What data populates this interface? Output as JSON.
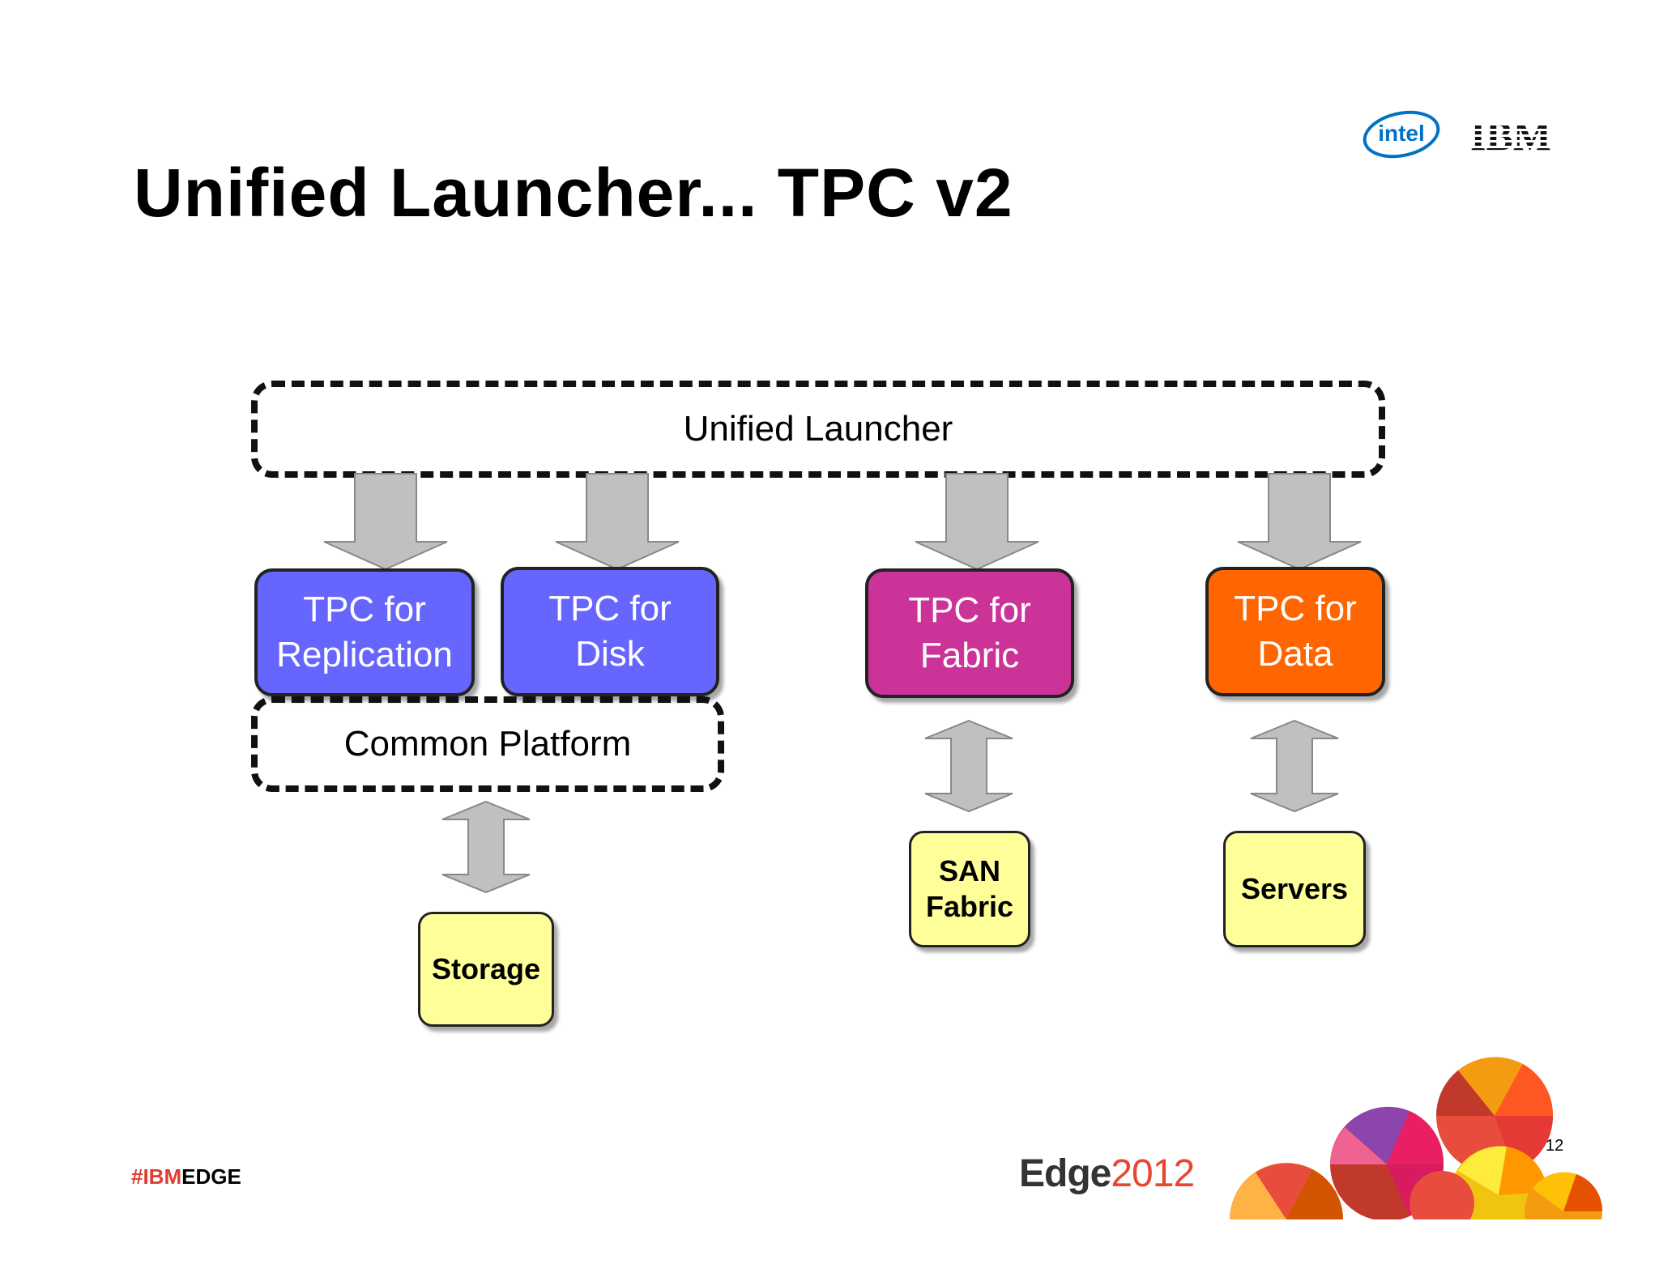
{
  "slide": {
    "title": "Unified Launcher...  TPC v2",
    "page_number": "12"
  },
  "logos": {
    "intel": "intel",
    "ibm": "IBM"
  },
  "diagram": {
    "launcher": "Unified Launcher",
    "common_platform": "Common Platform",
    "components": [
      {
        "line1": "TPC for",
        "line2": "Replication",
        "color": "#6666ff"
      },
      {
        "line1": "TPC for",
        "line2": "Disk",
        "color": "#6666ff"
      },
      {
        "line1": "TPC for",
        "line2": "Fabric",
        "color": "#cc3399"
      },
      {
        "line1": "TPC for",
        "line2": "Data",
        "color": "#ff6600"
      }
    ],
    "targets": [
      {
        "line1": "Storage",
        "line2": ""
      },
      {
        "line1": "SAN",
        "line2": "Fabric"
      },
      {
        "line1": "Servers",
        "line2": ""
      }
    ],
    "arrow_color": "#c0c0c0"
  },
  "footer": {
    "hashtag_prefix": "#IBM",
    "hashtag_suffix": "EDGE",
    "hashtag_color": "#e03c31",
    "edge_word": "Edge",
    "edge_year": "2012",
    "edge_year_color": "#e8462f"
  }
}
